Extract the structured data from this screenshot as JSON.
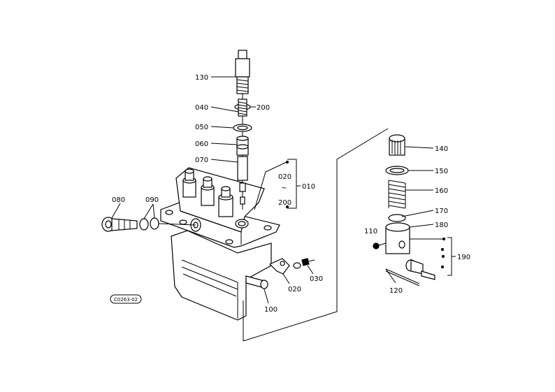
{
  "diagram": {
    "reference": "C0263-02",
    "part_labels": {
      "p130": "130",
      "p040": "040",
      "p200a": "200",
      "p050": "050",
      "p060": "060",
      "p070": "070",
      "p020a": "020",
      "p010": "010",
      "p200b": "200",
      "p080": "080",
      "p090": "090",
      "p140": "140",
      "p150": "150",
      "p160": "160",
      "p170": "170",
      "p180": "180",
      "p110": "110",
      "p190": "190",
      "p120": "120",
      "p030": "030",
      "p020b": "020",
      "p100": "100"
    },
    "range_mark": "~"
  }
}
